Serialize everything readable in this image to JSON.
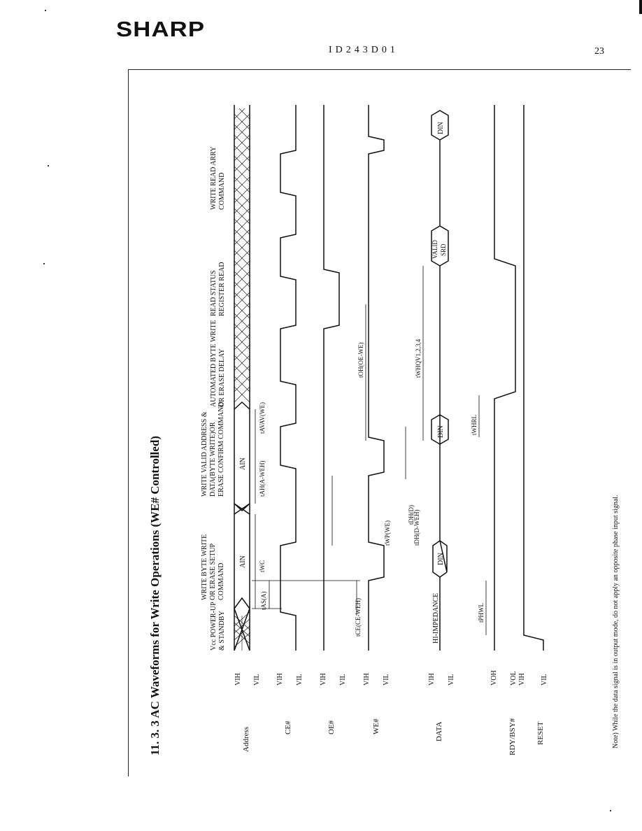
{
  "header": {
    "logo": "SHARP",
    "doc_id": "ID243D01",
    "page_number": "23"
  },
  "title": "11. 3. 3   AC Waveforms for Write Operations (WE# Controlled)",
  "phases": {
    "p1a": "Vcc POWER-UP",
    "p1b": "& STANDBY",
    "p2a": "WRITE BYTE WRITE",
    "p2b": "OR ERASE SETUP",
    "p2c": "COMMAND",
    "p3a": "WRITE VALID ADDRESS &",
    "p3b": "DATA(BYTE WRITE)OR",
    "p3c": "ERASE CONFIRM COMMAND",
    "p4a": "AUTOMATED BYTE WRITE",
    "p4b": "OR ERASE DELAY",
    "p5a": "READ STATUS",
    "p5b": "REGISTER READ",
    "p6a": "WRITE READ ARRY",
    "p6b": "COMMAND"
  },
  "signals": {
    "address": "Address",
    "ce": "CE#",
    "oe": "OE#",
    "we": "WE#",
    "data": "DATA",
    "rdy": "RDY/BSY#",
    "reset": "RESET"
  },
  "levels": {
    "vih": "VIH",
    "vil": "VIL",
    "voh": "VOH",
    "vol": "VOL"
  },
  "bus": {
    "ain": "AIN",
    "din": "DIN",
    "valid": "VALID",
    "srd": "SRD",
    "hiz": "HI-IMPEDANCE"
  },
  "timing": {
    "tas": "tAS(A)",
    "tah": "tAH(A-WEH)",
    "twc": "tWC",
    "tavav": "tAVAV(WE)",
    "tceh": "tCE(CE-WEH)",
    "tdh": "tDH(D-WEH)",
    "twp": "tWP(WE)",
    "tdhd": "tDH(D)",
    "tohoe": "tOH(OE-WE)",
    "twhqv": "tWHQV1,2,3,4",
    "twhrl": "tWHRL",
    "tphwl": "tPHWL"
  },
  "note": "Note) While the data signal is in output mode, do not apply an opposite phase input signal."
}
